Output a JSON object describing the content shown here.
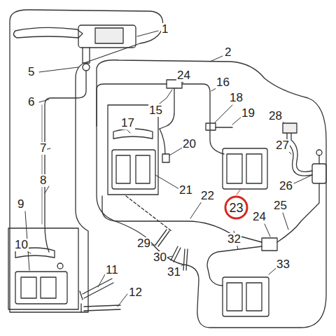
{
  "diagram": {
    "nodes": [
      {
        "text": [
          "23"
        ]
      }
    ],
    "edges": [],
    "labels": [
      "1",
      "2",
      "5",
      "6",
      "7",
      "8",
      "9",
      "10",
      "11",
      "12",
      "15",
      "16",
      "17",
      "18",
      "19",
      "20",
      "21",
      "22",
      "24",
      "24",
      "25",
      "26",
      "27",
      "28",
      "29",
      "30",
      "31",
      "32",
      "33"
    ]
  }
}
